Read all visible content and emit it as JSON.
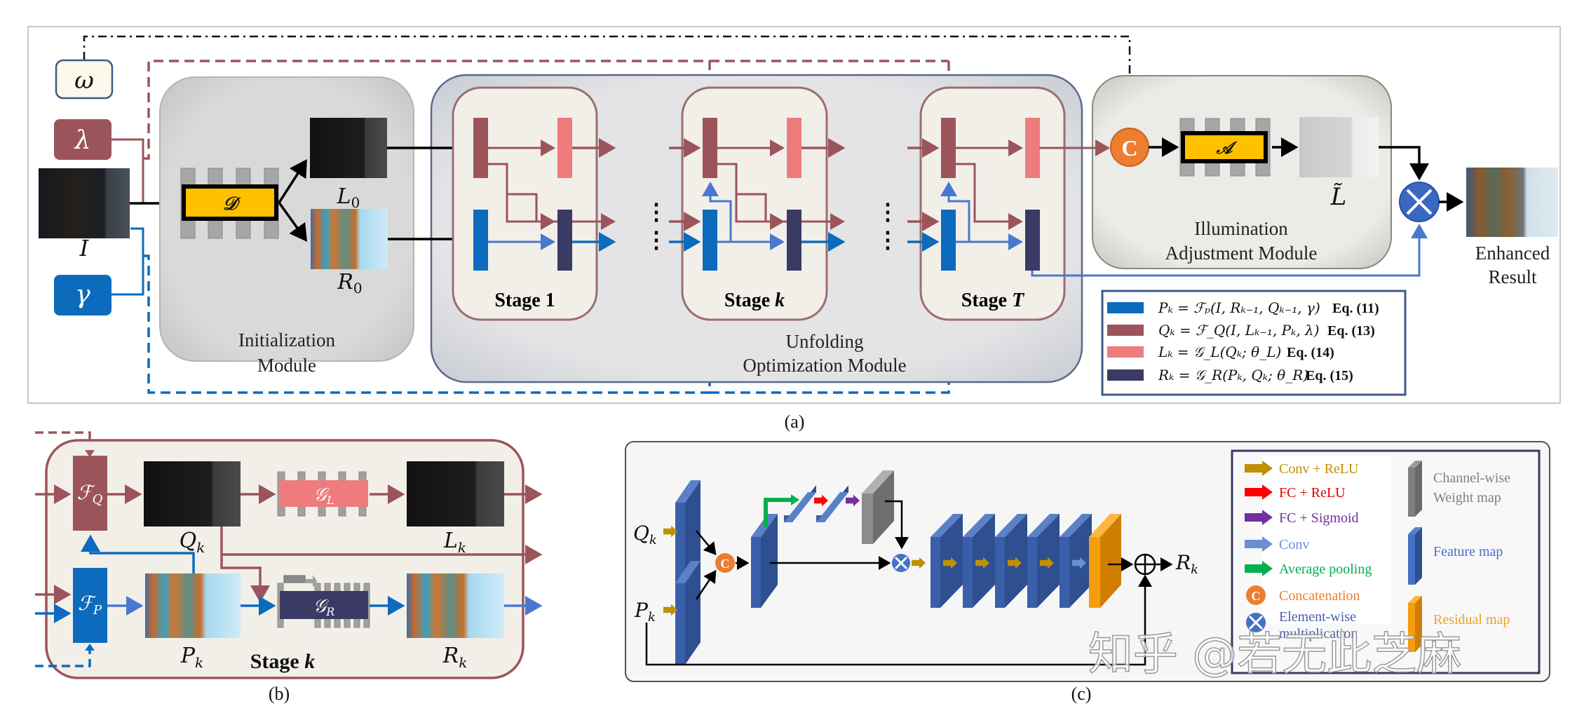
{
  "figure": {
    "captions": {
      "a": "(a)",
      "b": "(b)",
      "c": "(c)"
    },
    "watermark": "知乎 @若无此芝麻"
  },
  "panel_a": {
    "inputs": {
      "omega": "ω",
      "lambda": "λ",
      "gamma": "γ",
      "image_label": "I"
    },
    "init_module": {
      "title_line1": "Initialization",
      "title_line2": "Module",
      "decomposer_symbol": "𝒟",
      "L0_label": "L",
      "L0_sub": "0",
      "R0_label": "R",
      "R0_sub": "0"
    },
    "unfolding_module": {
      "title_line1": "Unfolding",
      "title_line2": "Optimization Module",
      "stages": [
        {
          "label": "Stage 1"
        },
        {
          "label": "Stage ",
          "label_var": "k"
        },
        {
          "label": "Stage ",
          "label_var": "T"
        }
      ],
      "ellipsis": "⋮"
    },
    "illumination_module": {
      "title_line1": "Illumination",
      "title_line2": "Adjustment Module",
      "concat_symbol": "C",
      "adjust_symbol": "𝒜",
      "L_tilde_label": "L̃"
    },
    "output": {
      "multiply_symbol": "×",
      "label_line1": "Enhanced",
      "label_line2": "Result"
    },
    "legend": [
      {
        "color": "#0c6bbd",
        "formula": "Pₖ = ℱₚ(I, Rₖ₋₁, Qₖ₋₁, γ)",
        "eq": "Eq. (11)"
      },
      {
        "color": "#9b555a",
        "formula": "Qₖ = ℱ_Q(I, Lₖ₋₁, Pₖ, λ)",
        "eq": "Eq. (13)"
      },
      {
        "color": "#ef7b7d",
        "formula": "Lₖ = 𝒢_L(Qₖ; θ_L)",
        "eq": "Eq. (14)"
      },
      {
        "color": "#3a3a64",
        "formula": "Rₖ = 𝒢_R(Pₖ, Qₖ; θ_R)",
        "eq": "Eq. (15)"
      }
    ]
  },
  "panel_b": {
    "FQ": "ℱ",
    "FQ_sub": "Q",
    "FP": "ℱ",
    "FP_sub": "P",
    "GL": "𝒢",
    "GL_sub": "L",
    "GR": "𝒢",
    "GR_sub": "R",
    "Qk": "Q",
    "Lk": "L",
    "Pk": "P",
    "Rk": "R",
    "sub_k": "k",
    "stage_label": "Stage ",
    "stage_var": "k"
  },
  "panel_c": {
    "inputs": {
      "Q": "Q",
      "P": "P",
      "sub": "k"
    },
    "output": {
      "R": "R",
      "sub": "k"
    },
    "concat_symbol": "C",
    "legend_left": [
      {
        "kind": "arrow",
        "color": "#bf9000",
        "label": "Conv + ReLU"
      },
      {
        "kind": "arrow",
        "color": "#ff0000",
        "label": "FC + ReLU"
      },
      {
        "kind": "arrow",
        "color": "#7030a0",
        "label": "FC + Sigmoid"
      },
      {
        "kind": "arrow",
        "color": "#6a8fd0",
        "label": "Conv"
      },
      {
        "kind": "arrow",
        "color": "#00b050",
        "label": "Average pooling"
      },
      {
        "kind": "concat",
        "color": "#ed7d31",
        "label": "Concatenation"
      },
      {
        "kind": "multiply",
        "color": "#4472c4",
        "label": "Element-wise multiplication"
      }
    ],
    "legend_right": [
      {
        "color": "#7f7f7f",
        "label_line1": "Channel-wise",
        "label_line2": "Weight map"
      },
      {
        "color": "#4472c4",
        "label_line1": "Feature map",
        "label_line2": ""
      },
      {
        "color": "#f59d0e",
        "label_line1": "Residual map",
        "label_line2": ""
      }
    ],
    "legend_text_colors": [
      "#bf9000",
      "#e00000",
      "#7030a0",
      "#6a8fd0",
      "#00b050",
      "#ed7d31",
      "#4a5fa8"
    ],
    "legend_right_text_colors": [
      "#808080",
      "#4a6fc0",
      "#f0a020"
    ]
  },
  "colors": {
    "p_blue": "#0c6bbd",
    "q_brown": "#9b555a",
    "l_pink": "#ef7b7d",
    "r_navy": "#3a3a64",
    "concat_orange": "#ed7d31",
    "mult_blue": "#4472c4",
    "adjust_yellow": "#ffc000"
  }
}
